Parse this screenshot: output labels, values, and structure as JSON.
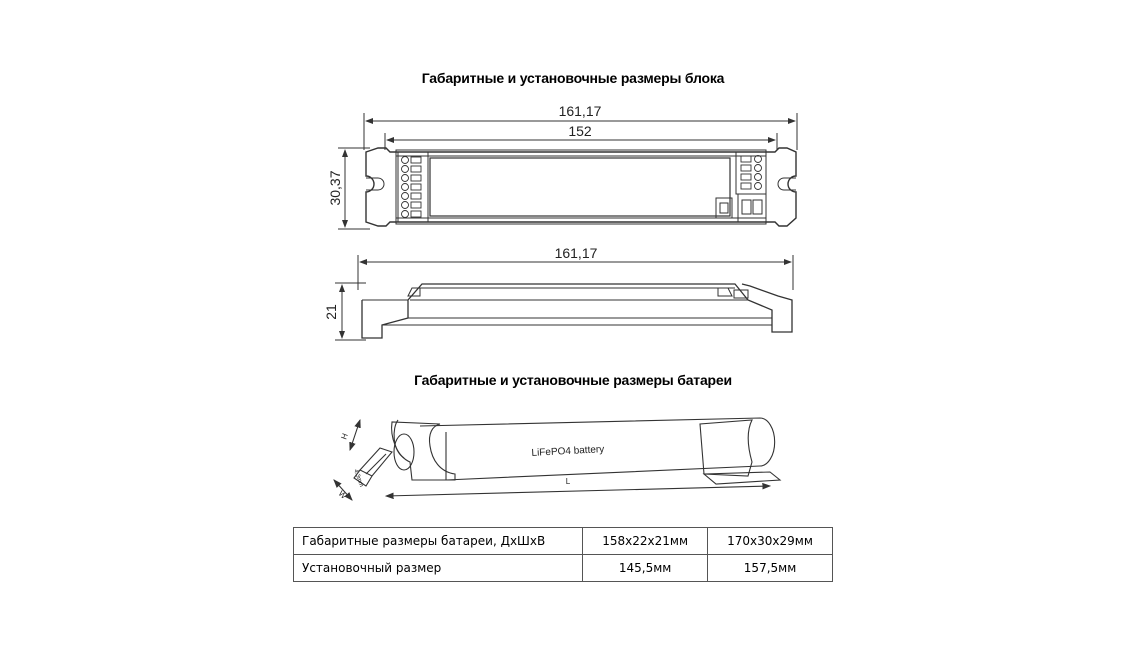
{
  "headings": {
    "unit": "Габаритные и установочные размеры блока",
    "battery": "Габаритные и установочные размеры батареи"
  },
  "top_view": {
    "overall_length": "161,17",
    "inner_length": "152",
    "height": "30,37"
  },
  "side_view": {
    "length": "161,17",
    "height": "21"
  },
  "battery_drawing": {
    "label": "LiFePO4 battery",
    "dim_h": "H",
    "dim_w": "W",
    "dim_l": "L",
    "dim_small": "4.3mm"
  },
  "spec_table": {
    "rows": [
      {
        "label": "Габаритные размеры батареи, ДхШхВ",
        "v1": "158x22x21мм",
        "v2": "170x30x29мм"
      },
      {
        "label": "Установочный размер",
        "v1": "145,5мм",
        "v2": "157,5мм"
      }
    ]
  }
}
